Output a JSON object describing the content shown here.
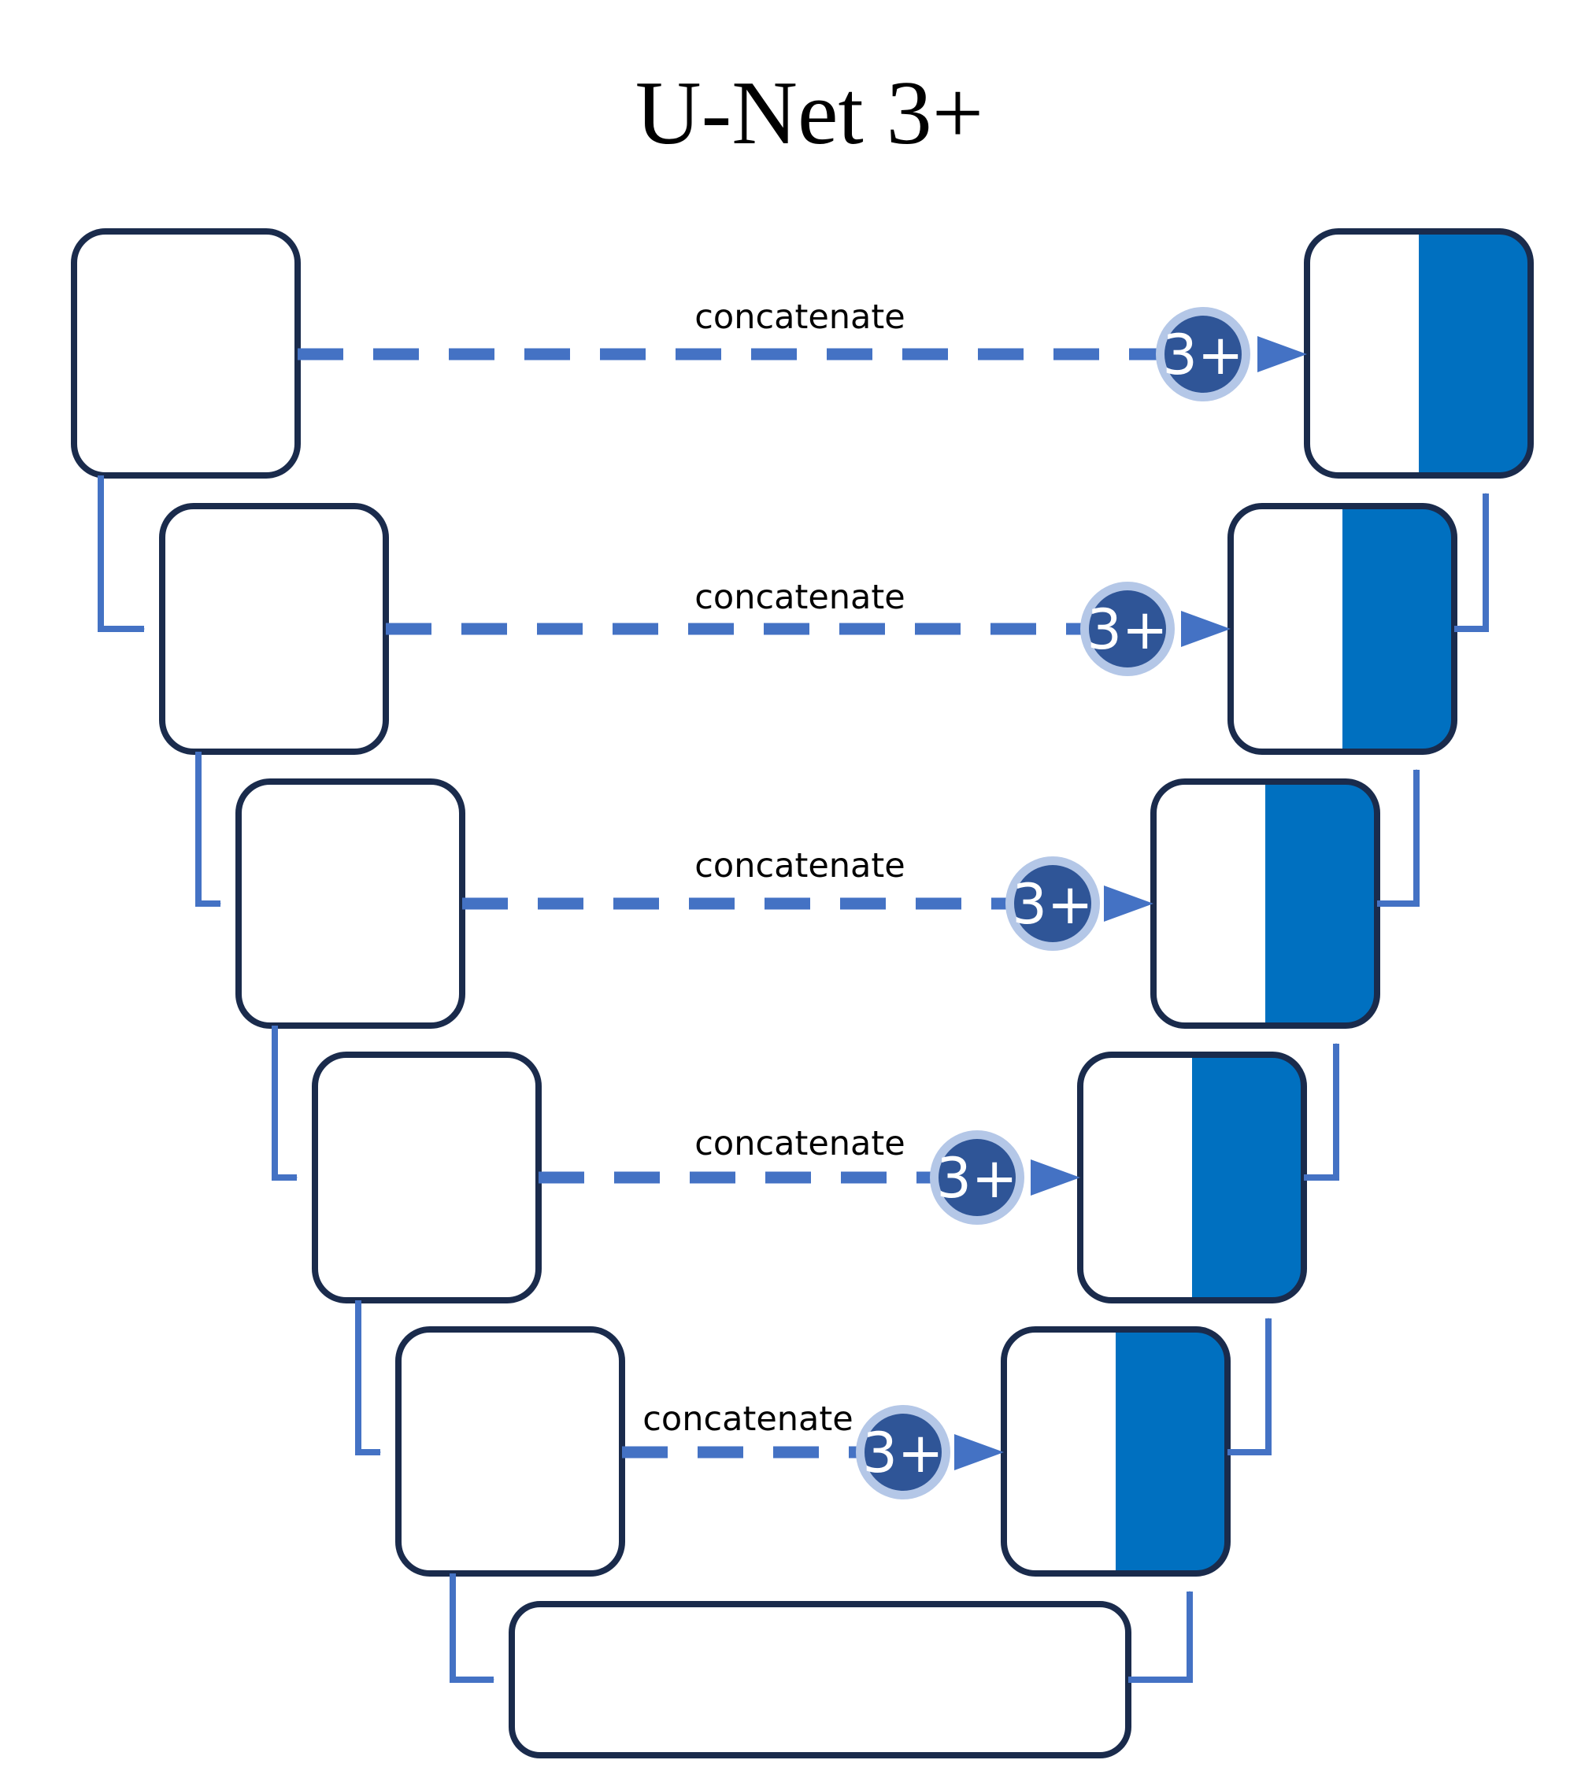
{
  "title": "U-Net 3+",
  "colors": {
    "block_border": "#1a2b4c",
    "block_fill": "#ffffff",
    "decoder_half_fill": "#0070c0",
    "arrow": "#4472c4",
    "skip_line": "#4472c4",
    "operator_fill": "#2f5597",
    "operator_ring": "#b4c7e7",
    "operator_text": "#ffffff"
  },
  "skip_connections": [
    {
      "label": "concatenate",
      "operator": "3+",
      "operator_icon": "circle-3plus-icon"
    },
    {
      "label": "concatenate",
      "operator": "3+",
      "operator_icon": "circle-3plus-icon"
    },
    {
      "label": "concatenate",
      "operator": "3+",
      "operator_icon": "circle-3plus-icon"
    },
    {
      "label": "concatenate",
      "operator": "3+",
      "operator_icon": "circle-3plus-icon"
    },
    {
      "label": "concatenate",
      "operator": "3+",
      "operator_icon": "circle-3plus-icon"
    }
  ]
}
